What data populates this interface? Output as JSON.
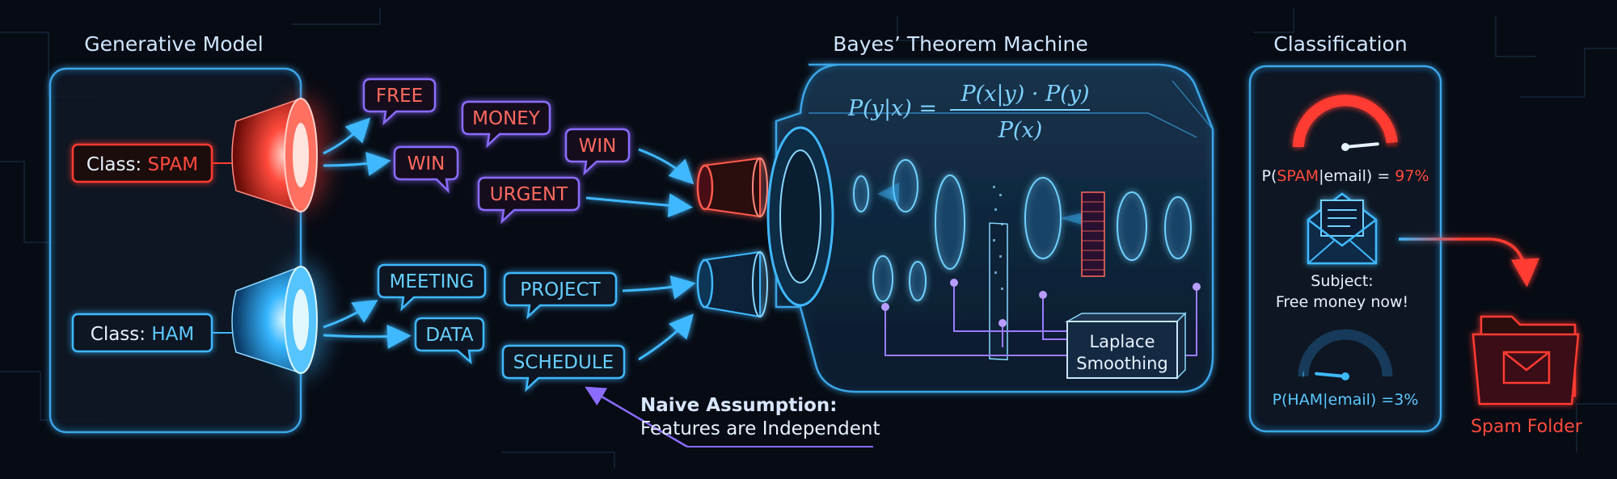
{
  "sections": {
    "generative_title": "Generative Model",
    "bayes_title": "Bayes’ Theorem Machine",
    "classification_title": "Classification"
  },
  "classes": {
    "spam_prefix": "Class:",
    "spam_name": "SPAM",
    "ham_prefix": "Class:",
    "ham_name": "HAM"
  },
  "spam_words": [
    "FREE",
    "MONEY",
    "WIN",
    "WIN",
    "URGENT"
  ],
  "ham_words": [
    "MEETING",
    "PROJECT",
    "DATA",
    "SCHEDULE"
  ],
  "formula": {
    "lhs": "P(y|x) =",
    "numerator": "P(x|y) · P(y)",
    "denominator": "P(x)"
  },
  "laplace": {
    "line1": "Laplace",
    "line2": "Smoothing"
  },
  "assumption": {
    "title": "Naive Assumption:",
    "text": "Features are Independent"
  },
  "classification": {
    "spam_prob_open": "P(",
    "spam_prob_word": "SPAM",
    "spam_prob_mid": "|email) = ",
    "spam_prob_value": "97%",
    "spam_gauge_level": 0.97,
    "ham_prob": "P(HAM|email) =3%",
    "ham_gauge_level": 0.03,
    "email_subject_label": "Subject:",
    "email_subject_text": "Free money now!"
  },
  "output": {
    "folder_label": "Spam Folder"
  },
  "colors": {
    "spam": "#ff3b30",
    "ham": "#3fb8ff",
    "panel_border": "#3aa6e8",
    "background": "#070b14"
  },
  "icons": [
    "megaphone-icon",
    "envelope-icon",
    "folder-icon",
    "gauge-icon",
    "lens-icon"
  ]
}
